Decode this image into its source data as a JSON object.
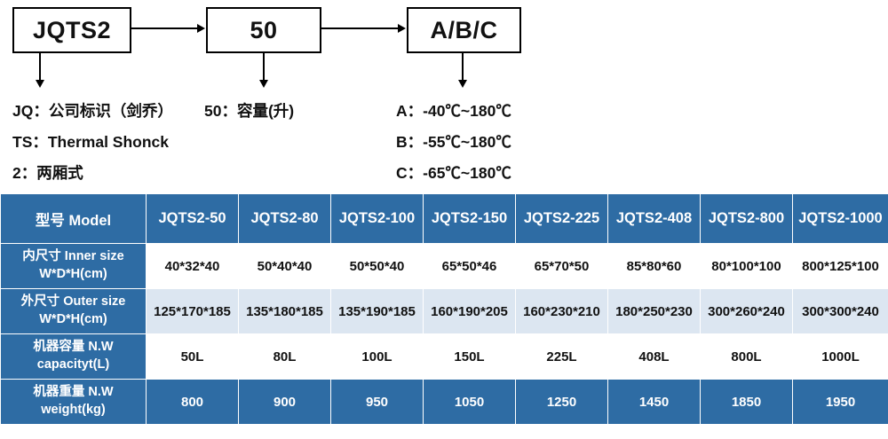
{
  "diagram": {
    "boxes": {
      "model_prefix": "JQTS2",
      "capacity": "50",
      "temp_range": "A/B/C"
    },
    "legend": {
      "col_a": [
        "JQ：公司标识（剑乔）",
        "TS：Thermal Shonck",
        "2：两厢式"
      ],
      "col_b": [
        "50：容量(升)"
      ],
      "col_c": [
        "A：-40℃~180℃",
        "B：-55℃~180℃",
        "C：-65℃~180℃"
      ]
    }
  },
  "table": {
    "header": [
      "型号 Model",
      "JQTS2-50",
      "JQTS2-80",
      "JQTS2-100",
      "JQTS2-150",
      "JQTS2-225",
      "JQTS2-408",
      "JQTS2-800",
      "JQTS2-1000"
    ],
    "rows": [
      {
        "label_line1": "内尺寸 Inner size",
        "label_line2": "W*D*H(cm)",
        "values": [
          "40*32*40",
          "50*40*40",
          "50*50*40",
          "65*50*46",
          "65*70*50",
          "85*80*60",
          "80*100*100",
          "800*125*100"
        ]
      },
      {
        "label_line1": "外尺寸 Outer size",
        "label_line2": "W*D*H(cm)",
        "values": [
          "125*170*185",
          "135*180*185",
          "135*190*185",
          "160*190*205",
          "160*230*210",
          "180*250*230",
          "300*260*240",
          "300*300*240"
        ]
      },
      {
        "label_line1": "机器容量 N.W",
        "label_line2": "capacityt(L)",
        "values": [
          "50L",
          "80L",
          "100L",
          "150L",
          "225L",
          "408L",
          "800L",
          "1000L"
        ]
      },
      {
        "label_line1": "机器重量 N.W",
        "label_line2": "weight(kg)",
        "values": [
          "800",
          "900",
          "950",
          "1050",
          "1250",
          "1450",
          "1850",
          "1950"
        ]
      }
    ]
  },
  "colors": {
    "header_blue": "#2e6ca4",
    "band_shade": "#dce6f1",
    "line_black": "#000000"
  }
}
